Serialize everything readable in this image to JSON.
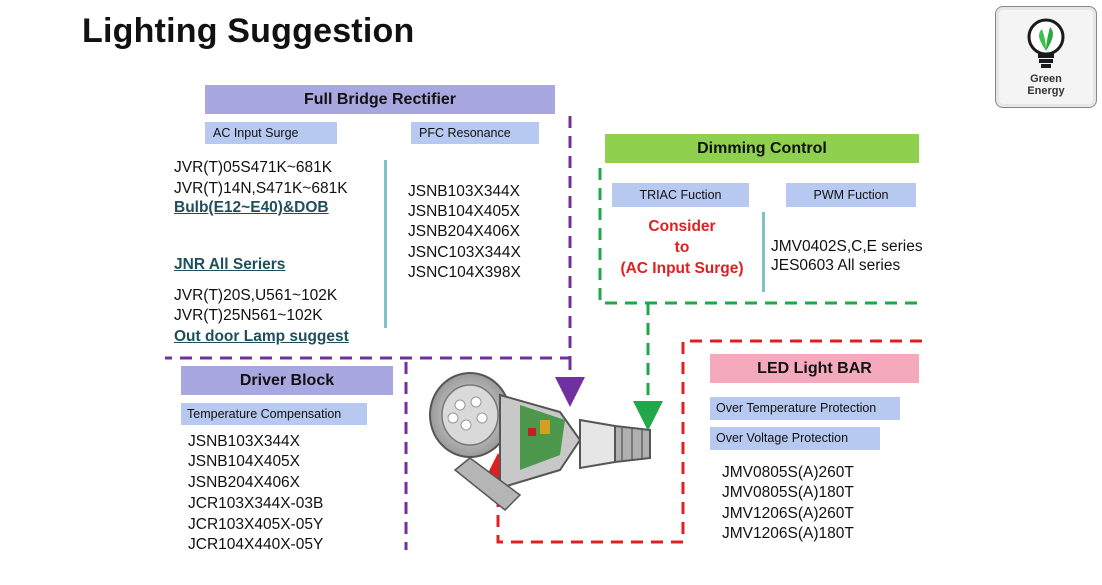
{
  "title": "Lighting Suggestion",
  "logo": {
    "line1": "Green",
    "line2": "Energy",
    "icon": "lightbulb-leaf-icon"
  },
  "full_bridge": {
    "header": "Full Bridge Rectifier",
    "ac_label": "AC Input Surge",
    "pfc_label": "PFC Resonance",
    "ac_items": [
      "JVR(T)05S471K~681K",
      "JVR(T)14N,S471K~681K"
    ],
    "bulb_link": "Bulb(E12~E40)&DOB",
    "jnr_link": "JNR All Seriers",
    "ac_items2": [
      "JVR(T)20S,U561~102K",
      "JVR(T)25N561~102K"
    ],
    "outdoor_link": "Out door Lamp suggest",
    "pfc_items": [
      "JSNB103X344X",
      "JSNB104X405X",
      "JSNB204X406X",
      "JSNC103X344X",
      "JSNC104X398X"
    ]
  },
  "dimming": {
    "header": "Dimming Control",
    "triac_label": "TRIAC Fuction",
    "pwm_label": "PWM Fuction",
    "consider": [
      "Consider",
      "to",
      "(AC Input Surge)"
    ],
    "items": [
      "JMV0402S,C,E series",
      "JES0603 All series"
    ]
  },
  "driver": {
    "header": "Driver Block",
    "temp_label": "Temperature Compensation",
    "items": [
      "JSNB103X344X",
      "JSNB104X405X",
      "JSNB204X406X",
      "JCR103X344X-03B",
      "JCR103X405X-05Y",
      "JCR104X440X-05Y"
    ]
  },
  "led_bar": {
    "header": "LED Light BAR",
    "otp_label": "Over Temperature Protection",
    "ovp_label": "Over Voltage Protection",
    "items": [
      "JMV0805S(A)260T",
      "JMV0805S(A)180T",
      "JMV1206S(A)260T",
      "JMV1206S(A)180T"
    ]
  },
  "colors": {
    "purple_header": "#a9a7e0",
    "blue_label": "#b7c9f0",
    "green_header": "#8fd14f",
    "pink_header": "#f5a9bd",
    "purple_dash": "#7030a0",
    "green_dash": "#22a84a",
    "red_dash": "#e02020"
  }
}
